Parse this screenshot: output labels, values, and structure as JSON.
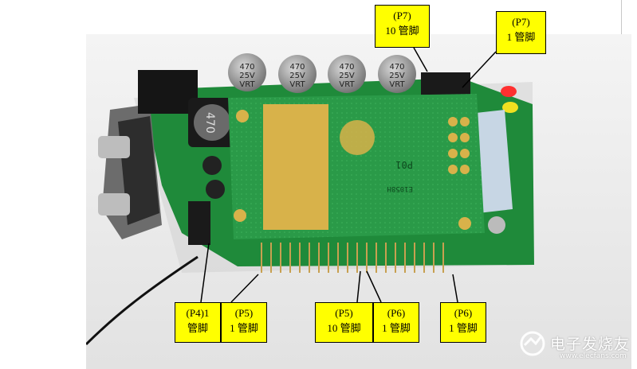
{
  "photo": {
    "description_icon": "circuit-board-photo",
    "capacitor_label_line1": "470",
    "capacitor_label_line2": "25V",
    "capacitor_label_line3": "VRT",
    "inductor_label": "470",
    "module_label": "P01",
    "module_code": "E1058H",
    "colors": {
      "background": "#f0f0f0",
      "pcb": "#1f8a3a",
      "module": "#2a9a48",
      "gold": "#d8b24a",
      "capacitor": "#9a9a9a",
      "connector": "#2a2a2a",
      "led_red": "#ff3030",
      "led_yellow": "#f0e020"
    }
  },
  "callouts": {
    "p7_10": {
      "line1": "(P7)",
      "line2": "10 管脚"
    },
    "p7_1": {
      "line1": "(P7)",
      "line2": "1 管脚"
    },
    "p4_1": {
      "line1": "(P4)1",
      "line2": "管脚"
    },
    "p5_1": {
      "line1": "(P5)",
      "line2": "1 管脚"
    },
    "p5_10": {
      "line1": "(P5)",
      "line2": "10 管脚"
    },
    "p6_1a": {
      "line1": "(P6)",
      "line2": "1 管脚"
    },
    "p6_1b": {
      "line1": "(P6)",
      "line2": "1 管脚"
    }
  },
  "watermark": {
    "main": "电子发烧友",
    "sub": "www.elecfans.com"
  },
  "accent": "#ffff00"
}
